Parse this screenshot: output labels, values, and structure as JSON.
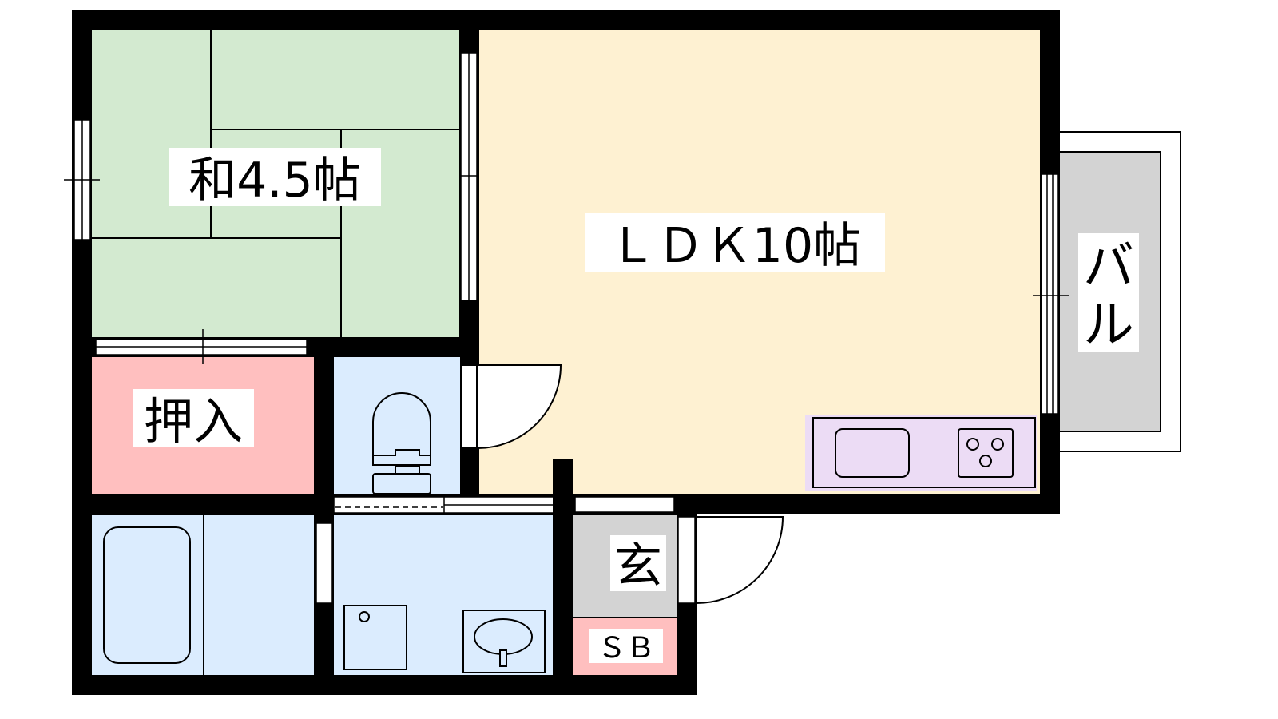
{
  "rooms": {
    "washitsu": {
      "label": "和4.5帖",
      "color": "#d3ead0"
    },
    "ldk": {
      "label": "ＬＤＫ10帖",
      "color": "#fef1d2"
    },
    "closet": {
      "label": "押入",
      "color": "#ffbfbf"
    },
    "toilet": {
      "color": "#dbecfe"
    },
    "bath": {
      "color": "#dbecfe"
    },
    "washroom": {
      "color": "#dbecfe"
    },
    "entrance": {
      "label": "玄",
      "color": "#d3d3d3"
    },
    "shoe_box": {
      "label": "ＳＢ",
      "color": "#ffbfbf"
    },
    "balcony": {
      "label_top": "バ",
      "label_bottom": "ル",
      "color": "#d3d3d3"
    },
    "kitchen": {
      "color": "#ecdcf5"
    }
  }
}
